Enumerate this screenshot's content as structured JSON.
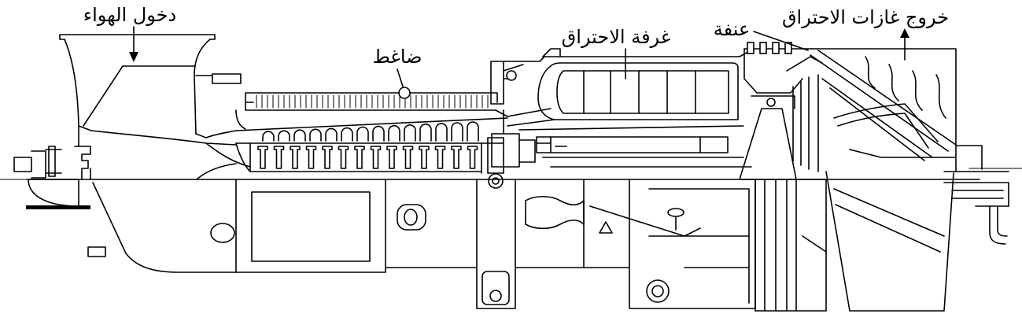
{
  "labels": {
    "air_inlet": "دخول الهواء",
    "compressor": "ضاغط",
    "combustion_chamber": "غرفة الاحتراق",
    "turbine": "عنفة",
    "exhaust": "خروج غازات الاحتراق"
  },
  "colors": {
    "line": "#000000",
    "background": "#ffffff"
  }
}
